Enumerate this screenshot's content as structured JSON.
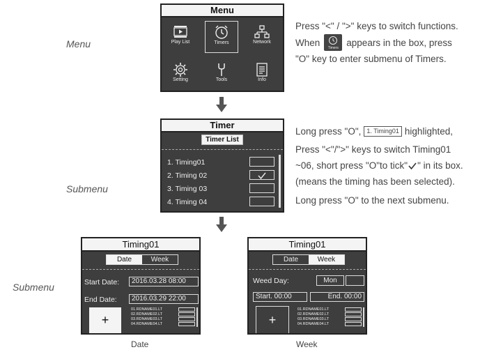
{
  "labels": {
    "menu": "Menu",
    "submenu1": "Submenu",
    "submenu2": "Submenu"
  },
  "menu_screen": {
    "title": "Menu",
    "items": [
      {
        "label": "Play List",
        "icon": "playlist-icon"
      },
      {
        "label": "Timers",
        "icon": "alarm-clock-icon"
      },
      {
        "label": "Network",
        "icon": "network-icon"
      },
      {
        "label": "Setting",
        "icon": "gear-icon"
      },
      {
        "label": "Tools",
        "icon": "wrench-icon"
      },
      {
        "label": "Info",
        "icon": "info-document-icon"
      }
    ]
  },
  "instructions_1": {
    "line1": "Press \"<\" / \">\" keys to switch functions.",
    "line2a": "When",
    "line2b": "appears in the box, press",
    "line3": "\"O\" key to enter submenu of Timers.",
    "inline_icon_label": "Timers"
  },
  "timer_screen": {
    "title": "Timer",
    "tab": "Timer List",
    "items": [
      "1. Timing01",
      "2. Timing 02",
      "3. Timing 03",
      "4. Timing 04"
    ],
    "checked_index": 1
  },
  "instructions_2": {
    "line1a": "Long press \"O\",",
    "badge": "1. Timing01",
    "line1b": "highlighted,",
    "line2": "Press \"<\"/\">\" keys to switch Timing01",
    "line3a": "~06, short press \"O\"to tick\"",
    "line3b": "\" in its box.",
    "line4": "(means the timing has been selected).",
    "line5": "Long press \"O\" to the next submenu."
  },
  "date_screen": {
    "title": "Timing01",
    "tab_date": "Date",
    "tab_week": "Week",
    "start_label": "Start Date:",
    "start_value": "2016.03.28  08:00",
    "end_label": "End Date:",
    "end_value": "2016.03.29  22:00",
    "plus": "+",
    "files": [
      "01.RDNAME01.LT",
      "02.RDNAME02.LT",
      "03.RDNAME03.LT",
      "04.RDNAME04.LT"
    ],
    "caption": "Date"
  },
  "week_screen": {
    "title": "Timing01",
    "tab_date": "Date",
    "tab_week": "Week",
    "day_label": "Weed Day:",
    "day_value": "Mon",
    "start": "Start. 00:00",
    "end": "End. 00:00",
    "plus": "+",
    "files": [
      "01.RDNAME01.LT",
      "02.RDNAME02.LT",
      "03.RDNAME03.LT",
      "04.RDNAME04.LT"
    ],
    "caption": "Week"
  }
}
